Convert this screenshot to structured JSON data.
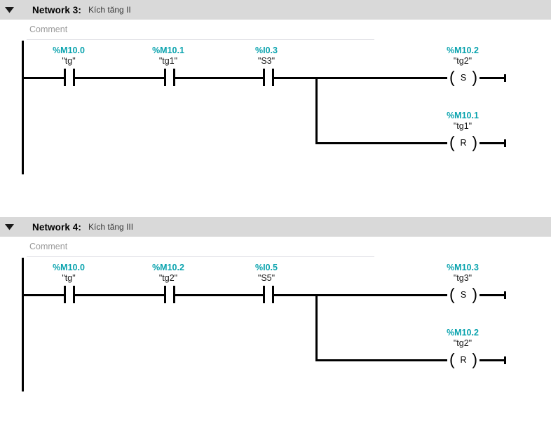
{
  "networks": [
    {
      "collapse_icon": "chevron-down-icon",
      "title": "Network 3:",
      "subtitle": "Kích tăng II",
      "comment_placeholder": "Comment",
      "contacts": [
        {
          "addr": "%M10.0",
          "tag": "\"tg\"",
          "type": "no-contact"
        },
        {
          "addr": "%M10.1",
          "tag": "\"tg1\"",
          "type": "no-contact"
        },
        {
          "addr": "%I0.3",
          "tag": "\"S3\"",
          "type": "no-contact"
        }
      ],
      "coils": [
        {
          "addr": "%M10.2",
          "tag": "\"tg2\"",
          "letter": "S",
          "type": "set-coil"
        },
        {
          "addr": "%M10.1",
          "tag": "\"tg1\"",
          "letter": "R",
          "type": "reset-coil"
        }
      ]
    },
    {
      "collapse_icon": "chevron-down-icon",
      "title": "Network 4:",
      "subtitle": "Kích tăng III",
      "comment_placeholder": "Comment",
      "contacts": [
        {
          "addr": "%M10.0",
          "tag": "\"tg\"",
          "type": "no-contact"
        },
        {
          "addr": "%M10.2",
          "tag": "\"tg2\"",
          "type": "no-contact"
        },
        {
          "addr": "%I0.5",
          "tag": "\"S5\"",
          "type": "no-contact"
        }
      ],
      "coils": [
        {
          "addr": "%M10.3",
          "tag": "\"tg3\"",
          "letter": "S",
          "type": "set-coil"
        },
        {
          "addr": "%M10.2",
          "tag": "\"tg2\"",
          "letter": "R",
          "type": "reset-coil"
        }
      ]
    }
  ],
  "colors": {
    "header_bar": "#d9d9d9",
    "address_text": "#0aa3ae",
    "tag_text": "#1a1a1a",
    "wire": "#000000",
    "comment_text": "#9a9a9a"
  }
}
